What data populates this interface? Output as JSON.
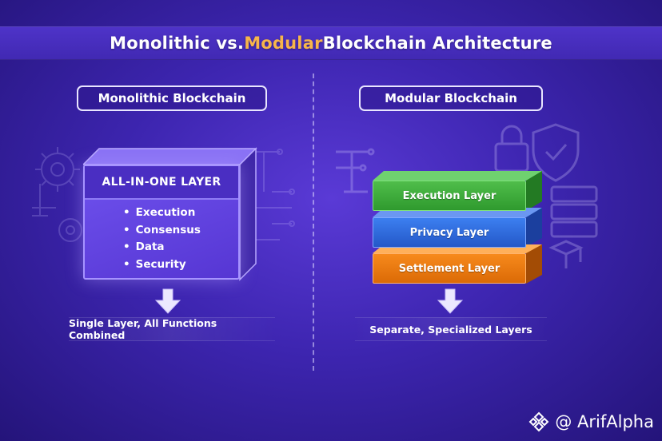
{
  "title": {
    "part1": "Monolithic vs. ",
    "accent": "Modular",
    "part2": " Blockchain Architecture"
  },
  "left": {
    "heading": "Monolithic Blockchain",
    "block_title": "ALL-IN-ONE LAYER",
    "items": [
      "Execution",
      "Consensus",
      "Data",
      "Security"
    ],
    "caption": "Single Layer, All Functions Combined"
  },
  "right": {
    "heading": "Modular Blockchain",
    "layers": [
      {
        "label": "Execution Layer",
        "color": "#3aa63a"
      },
      {
        "label": "Privacy Layer",
        "color": "#2f63d8"
      },
      {
        "label": "Settlement Layer",
        "color": "#e8780f"
      }
    ],
    "caption": "Separate, Specialized Layers"
  },
  "watermark": "@ ArifAlpha",
  "colors": {
    "accent": "#f7b54a",
    "background": "#3d25b0"
  },
  "icons": [
    "gear-icon",
    "lock-icon",
    "shield-check-icon",
    "server-icon",
    "cube-icon",
    "down-arrow-icon",
    "binance-logo-icon"
  ]
}
